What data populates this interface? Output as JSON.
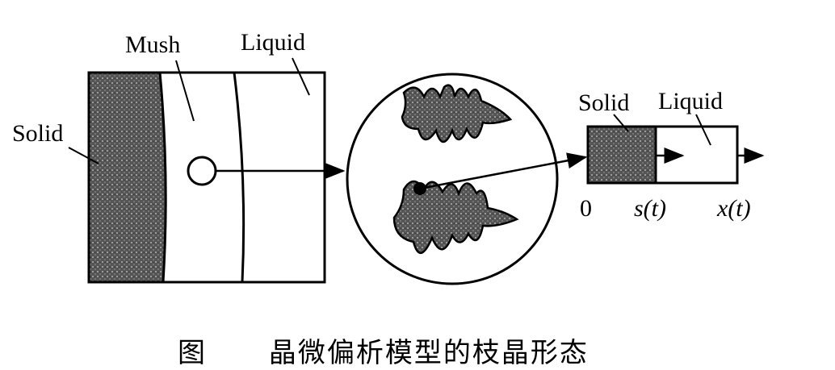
{
  "left_panel": {
    "solid": "Solid",
    "mush": "Mush",
    "liquid": "Liquid"
  },
  "right_panel": {
    "solid": "Solid",
    "liquid": "Liquid",
    "axis_origin": "0",
    "axis_s": "s(t)",
    "axis_x": "x(t)"
  },
  "caption": {
    "figure": "图",
    "title": "晶微偏析模型的枝晶形态"
  }
}
